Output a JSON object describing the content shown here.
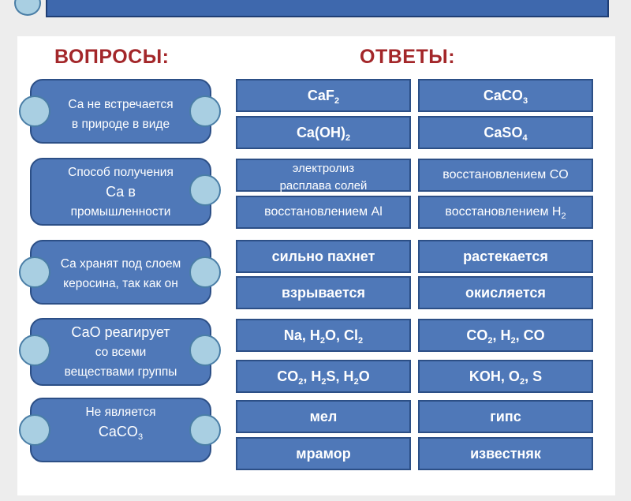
{
  "headings": {
    "questions": "ВОПРОСЫ:",
    "answers": "ОТВЕТЫ:"
  },
  "questions": [
    {
      "lines": [
        "Са не встречается",
        "в природе в виде"
      ]
    },
    {
      "lines": [
        "Способ получения",
        "Са      в",
        "промышленности"
      ]
    },
    {
      "lines": [
        "Са хранят под слоем",
        "керосина, так как он"
      ]
    },
    {
      "lines": [
        "СаО реагирует",
        "со всеми",
        "веществами группы"
      ]
    },
    {
      "lines": [
        "Не является"
      ],
      "formula": [
        "CaCO",
        "3",
        ""
      ]
    }
  ],
  "answers": [
    {
      "parts": [
        "CaF",
        "2",
        ""
      ]
    },
    {
      "parts": [
        "CaCO",
        "3",
        ""
      ]
    },
    {
      "parts": [
        "Ca(OH)",
        "2",
        ""
      ]
    },
    {
      "parts": [
        "CaSO",
        "4",
        ""
      ]
    },
    {
      "lines": [
        "электролиз",
        "расплава солей"
      ]
    },
    {
      "parts": [
        "восстановлением  CO"
      ]
    },
    {
      "parts": [
        "восстановлением  Al"
      ]
    },
    {
      "parts": [
        "восстановлением  H",
        "2",
        ""
      ]
    },
    {
      "parts": [
        "сильно пахнет"
      ]
    },
    {
      "parts": [
        "растекается"
      ]
    },
    {
      "parts": [
        "взрывается"
      ]
    },
    {
      "parts": [
        "окисляется"
      ]
    },
    {
      "parts": [
        "Na, H",
        "2",
        "O, Cl",
        "2",
        ""
      ]
    },
    {
      "parts": [
        "CO",
        "2",
        ", H",
        "2",
        ", CO"
      ]
    },
    {
      "parts": [
        "CO",
        "2",
        ", H",
        "2",
        "S, H",
        "2",
        "O"
      ]
    },
    {
      "parts": [
        "KOH, O",
        "2",
        ", S"
      ]
    },
    {
      "parts": [
        "мел"
      ]
    },
    {
      "parts": [
        "гипс"
      ]
    },
    {
      "parts": [
        "мрамор"
      ]
    },
    {
      "parts": [
        "известняк"
      ]
    }
  ],
  "colors": {
    "box": "#4f78b8",
    "box_border": "#2c4f86",
    "knob": "#a9cfe2",
    "heading": "#a3272a"
  }
}
